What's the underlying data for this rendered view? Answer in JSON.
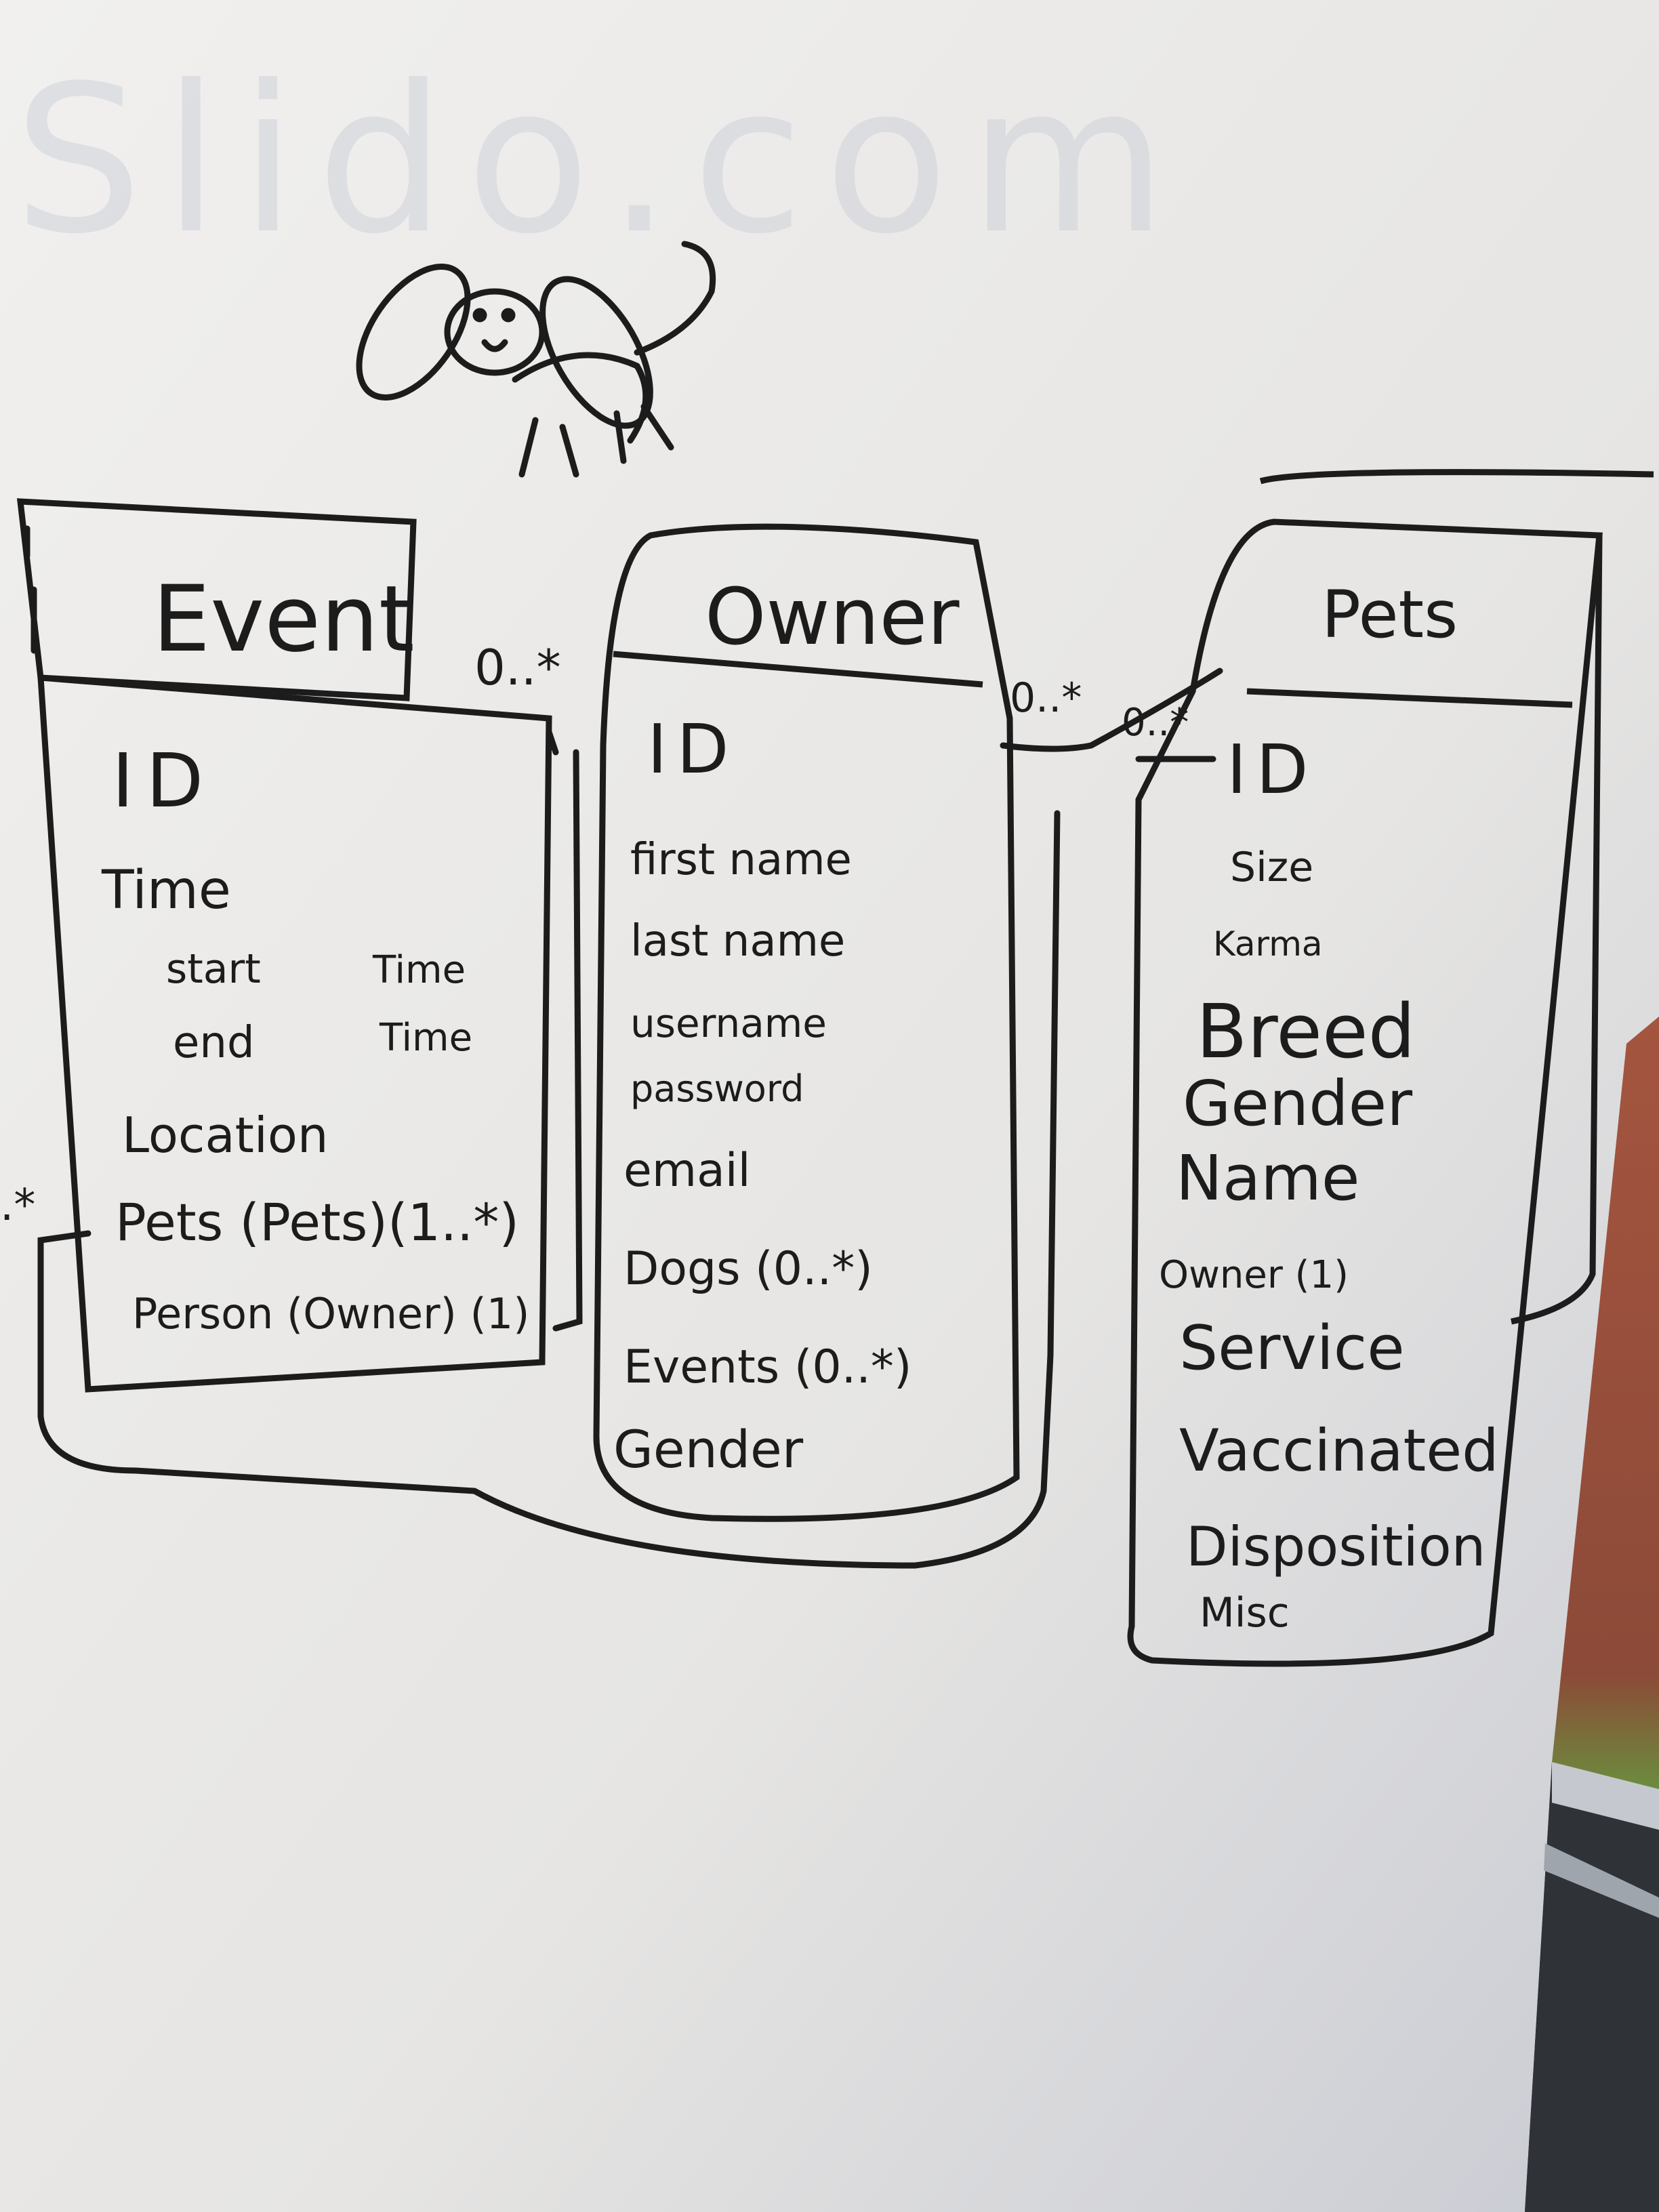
{
  "board": {
    "ghost_text": "Slido.com",
    "ink_color": "#1c1c1c",
    "board_color": "#e9e7e3"
  },
  "entities": {
    "event": {
      "title": "Event",
      "attributes": [
        "ID",
        "Time",
        "start",
        "Time",
        "end",
        "Time",
        "Location",
        "Pets (Pets)(1..*)",
        "Person (Owner) (1)"
      ]
    },
    "owner": {
      "title": "Owner",
      "attributes": [
        "ID",
        "first name",
        "last name",
        "username",
        "password",
        "email",
        "Dogs (0..*)",
        "Events (0..*)",
        "Gender"
      ]
    },
    "pets": {
      "title": "Pets",
      "attributes": [
        "ID",
        "Size",
        "Karma",
        "Breed",
        "Gender",
        "Name",
        "Owner (1)",
        "Service",
        "Vaccinated",
        "Disposition",
        "Misc"
      ]
    }
  },
  "multiplicities": {
    "event_owner": "0..*",
    "owner_pets": "0..*",
    "pets_owner": "0..*",
    "event_loop": ".*"
  }
}
